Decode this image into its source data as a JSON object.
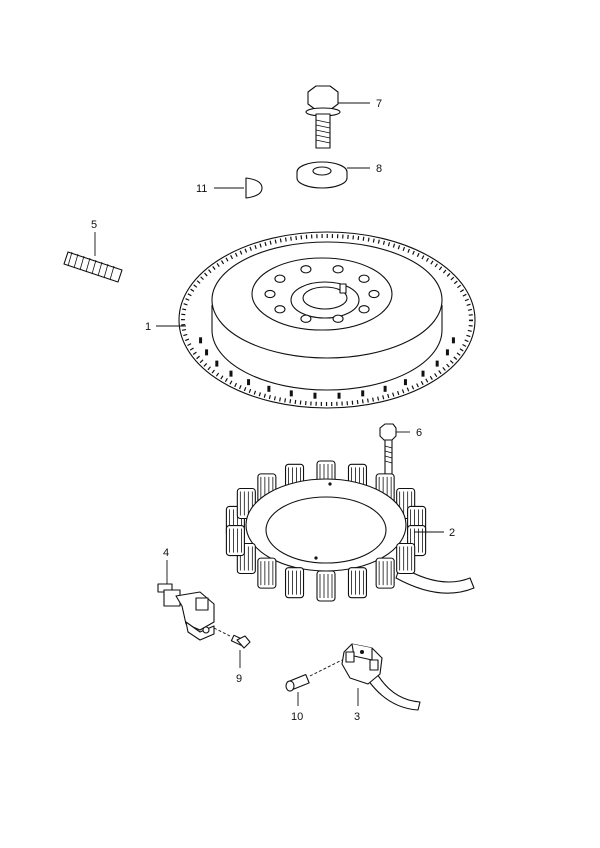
{
  "callouts": [
    {
      "id": "1",
      "part": "flywheel"
    },
    {
      "id": "2",
      "part": "stator-coil"
    },
    {
      "id": "3",
      "part": "pulser-coil"
    },
    {
      "id": "4",
      "part": "sensor"
    },
    {
      "id": "5",
      "part": "spring"
    },
    {
      "id": "6",
      "part": "stator-bolt"
    },
    {
      "id": "7",
      "part": "flywheel-bolt"
    },
    {
      "id": "8",
      "part": "washer"
    },
    {
      "id": "9",
      "part": "sensor-screw"
    },
    {
      "id": "10",
      "part": "pulser-screw"
    },
    {
      "id": "11",
      "part": "key"
    }
  ]
}
